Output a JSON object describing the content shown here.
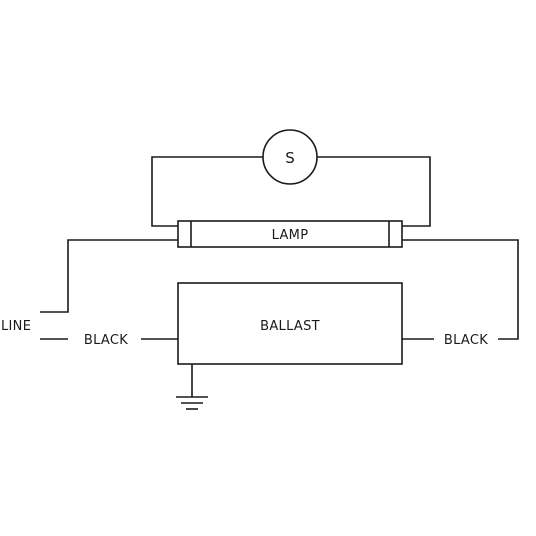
{
  "diagram": {
    "starter_label": "S",
    "lamp_label": "LAMP",
    "ballast_label": "BALLAST",
    "line_label": "LINE",
    "left_wire_label": "BLACK",
    "right_wire_label": "BLACK"
  },
  "colors": {
    "line": "#1a1a1a",
    "background": "#ffffff"
  }
}
